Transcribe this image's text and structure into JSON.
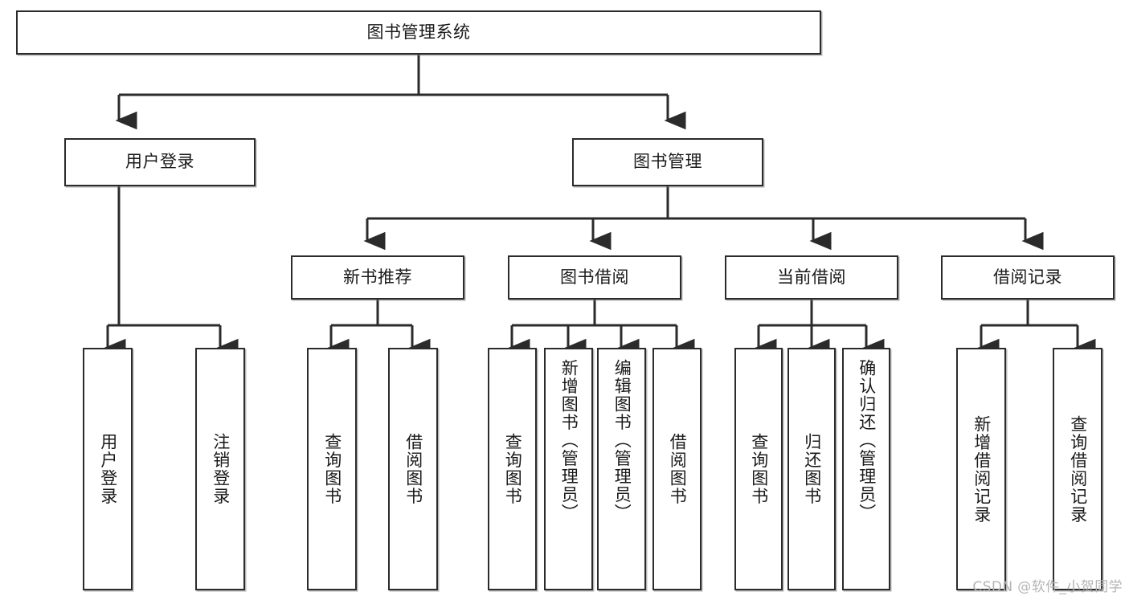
{
  "diagram": {
    "title": "图书管理系统",
    "watermark": "CSDN @软件_小贺同学",
    "line_color": "#2b2b2b",
    "box_fill": "#ffffff",
    "text_color": "#1a1a1a",
    "levels": {
      "root": {
        "label": "图书管理系统"
      },
      "level2": [
        {
          "label": "用户登录"
        },
        {
          "label": "图书管理"
        }
      ],
      "level3": [
        {
          "label": "新书推荐"
        },
        {
          "label": "图书借阅"
        },
        {
          "label": "当前借阅"
        },
        {
          "label": "借阅记录"
        }
      ],
      "leaves": {
        "user_login": [
          {
            "label": "用户登录"
          },
          {
            "label": "注销登录"
          }
        ],
        "new_book_recommend": [
          {
            "label": "查询图书"
          },
          {
            "label": "借阅图书"
          }
        ],
        "book_borrow": [
          {
            "label": "查询图书"
          },
          {
            "label": "新增图书（管理员）"
          },
          {
            "label": "编辑图书（管理员）"
          },
          {
            "label": "借阅图书"
          }
        ],
        "current_borrow": [
          {
            "label": "查询图书"
          },
          {
            "label": "归还图书"
          },
          {
            "label": "确认归还（管理员）"
          }
        ],
        "borrow_record": [
          {
            "label": "新增借阅记录"
          },
          {
            "label": "查询借阅记录"
          }
        ]
      }
    }
  }
}
